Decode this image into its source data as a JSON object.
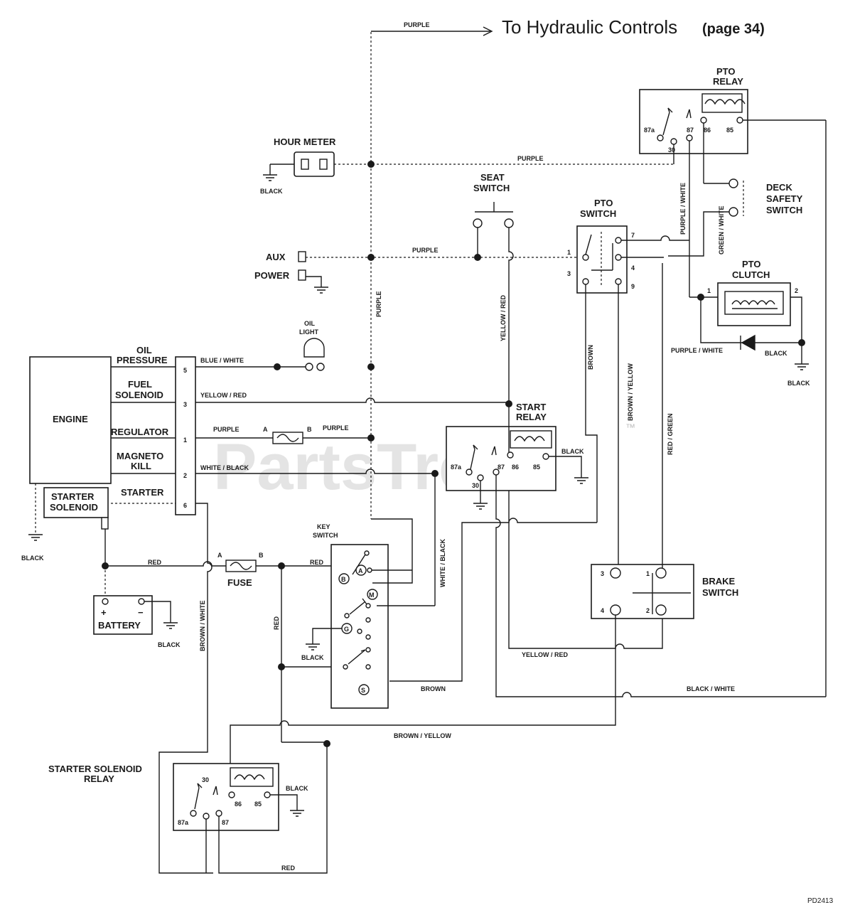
{
  "header": {
    "destination": "To Hydraulic Controls",
    "page_ref": "(page 34)"
  },
  "watermark": {
    "brand": "PartsTree",
    "tm": "™"
  },
  "footer": {
    "part_code": "PD2413"
  },
  "components": {
    "hour_meter": "HOUR METER",
    "pto_relay": [
      "PTO",
      "RELAY"
    ],
    "seat_switch": [
      "SEAT",
      "SWITCH"
    ],
    "pto_switch": [
      "PTO",
      "SWITCH"
    ],
    "deck_safety_switch": [
      "DECK",
      "SAFETY",
      "SWITCH"
    ],
    "pto_clutch": [
      "PTO",
      "CLUTCH"
    ],
    "aux": "AUX",
    "power": "POWER",
    "oil_light": [
      "OIL",
      "LIGHT"
    ],
    "engine": "ENGINE",
    "starter_solenoid": [
      "STARTER",
      "SOLENOID"
    ],
    "start_relay": [
      "START",
      "RELAY"
    ],
    "key_switch": [
      "KEY",
      "SWITCH"
    ],
    "fuse": "FUSE",
    "battery": "BATTERY",
    "brake_switch": [
      "BRAKE",
      "SWITCH"
    ],
    "starter_solenoid_relay": [
      "STARTER SOLENOID",
      "RELAY"
    ]
  },
  "engine_terminals": {
    "oil_pressure": [
      "OIL",
      "PRESSURE"
    ],
    "fuel_solenoid": [
      "FUEL",
      "SOLENOID"
    ],
    "regulator": "REGULATOR",
    "magneto_kill": [
      "MAGNETO",
      "KILL"
    ],
    "starter": "STARTER",
    "pins": [
      "5",
      "3",
      "1",
      "2",
      "6"
    ]
  },
  "wires": {
    "purple": "PURPLE",
    "black": "BLACK",
    "red": "RED",
    "blue_white": "BLUE / WHITE",
    "yellow_red": "YELLOW / RED",
    "white_black": "WHITE / BLACK",
    "brown": "BROWN",
    "brown_yellow": "BROWN / YELLOW",
    "brown_white": "BROWN / WHITE",
    "purple_white": "PURPLE / WHITE",
    "green_white": "GREEN / WHITE",
    "red_green": "RED / GREEN",
    "black_white": "BLACK / WHITE"
  },
  "pins": {
    "relay": {
      "p87a": "87a",
      "p30": "30",
      "p87": "87",
      "p86": "86",
      "p85": "85"
    },
    "fuse": {
      "a": "A",
      "b": "B"
    },
    "pto_switch": [
      "1",
      "3",
      "7",
      "4",
      "9"
    ],
    "pto_clutch": [
      "1",
      "2"
    ],
    "brake_switch": [
      "3",
      "1",
      "4",
      "2"
    ],
    "key_switch": [
      "B",
      "A",
      "M",
      "G",
      "S"
    ],
    "battery": {
      "pos": "+",
      "neg": "−"
    }
  },
  "colors": {
    "ink": "#1a1a1a",
    "watermark": "#cfcfcf",
    "background": "#ffffff"
  }
}
